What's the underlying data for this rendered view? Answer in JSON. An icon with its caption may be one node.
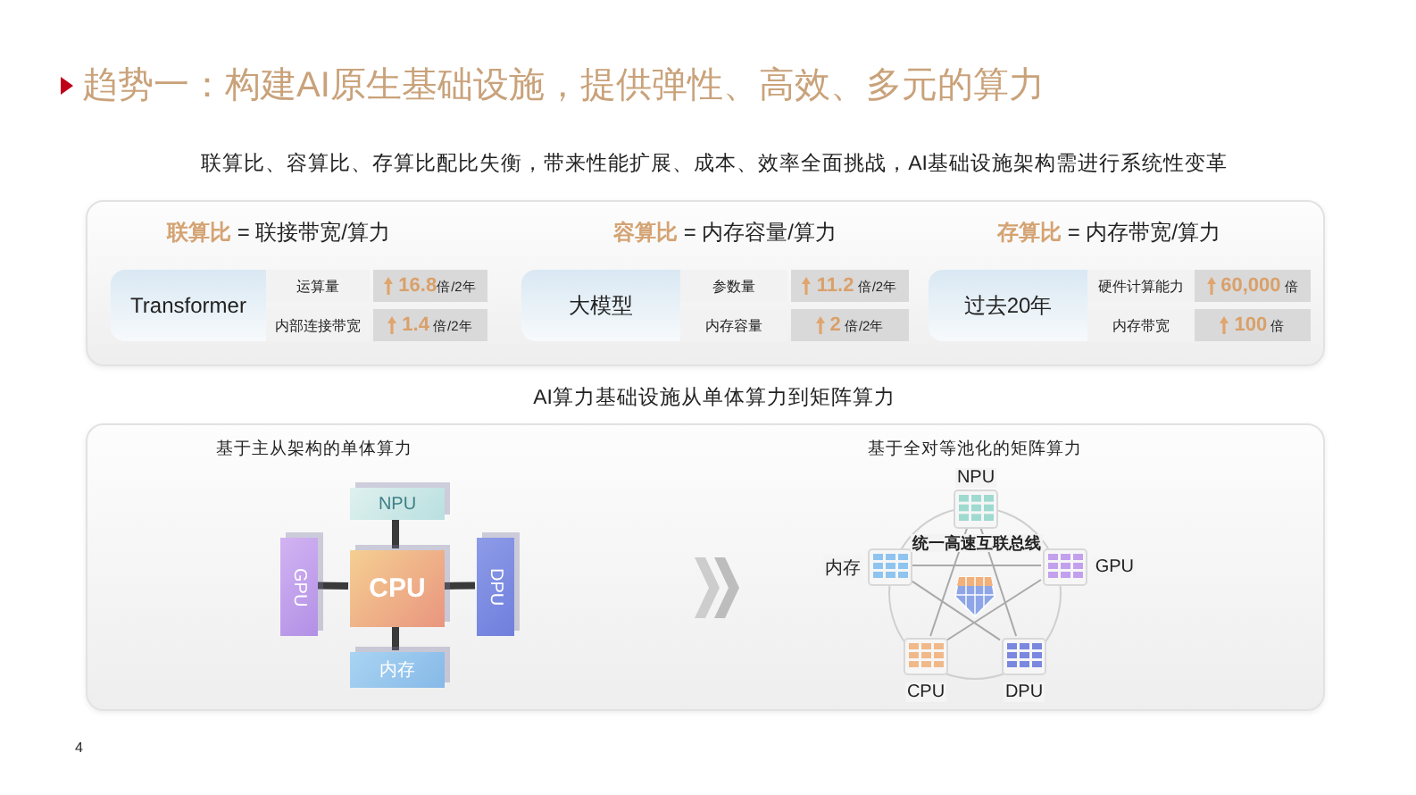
{
  "diagram": {
    "title": "趋势一：构建AI原生基础设施，提供弹性、高效、多元的算力",
    "nodes": [
      {
        "text": [],
        "shape": "box"
      },
      {
        "text": [
          "Transformer"
        ],
        "in": 0
      },
      {
        "text": [
          "大模型"
        ],
        "in": 0
      },
      {
        "text": [
          "过去20年"
        ],
        "in": 0
      },
      {
        "text": [],
        "shape": "box"
      },
      {
        "text": [
          "NPU"
        ],
        "in": 4
      },
      {
        "text": [
          "GPU"
        ],
        "in": 4
      },
      {
        "text": [
          "CPU"
        ],
        "in": 4
      },
      {
        "text": [
          "DPU"
        ],
        "in": 4
      },
      {
        "text": [
          "内存"
        ],
        "in": 4
      },
      {
        "text": [
          "NPU"
        ],
        "in": 4
      },
      {
        "text": [
          "内存"
        ],
        "in": 4
      },
      {
        "text": [
          "GPU"
        ],
        "in": 4
      },
      {
        "text": [
          "CPU"
        ],
        "in": 4
      },
      {
        "text": [
          "DPU"
        ],
        "in": 4
      }
    ],
    "edges": [
      {
        "from": 7,
        "to": 5,
        "arrow": "none",
        "style": "thick",
        "color": "#3a3a3a"
      },
      {
        "from": 7,
        "to": 6,
        "arrow": "none",
        "style": "thick",
        "color": "#3a3a3a"
      },
      {
        "from": 7,
        "to": 8,
        "arrow": "none",
        "style": "thick",
        "color": "#3a3a3a"
      },
      {
        "from": 7,
        "to": 9,
        "arrow": "none",
        "style": "thick",
        "color": "#3a3a3a"
      },
      {
        "from": 10,
        "to": 13,
        "arrow": "none"
      },
      {
        "from": 10,
        "to": 14,
        "arrow": "none"
      },
      {
        "from": 11,
        "to": 12,
        "arrow": "none"
      },
      {
        "from": 11,
        "to": 14,
        "arrow": "none"
      },
      {
        "from": 12,
        "to": 13,
        "arrow": "none"
      }
    ],
    "labels": [
      "联算比、容算比、存算比配比失衡，带来性能扩展、成本、效率全面挑战，AI基础设施架构需进行系统性变革",
      "**联算比** = 联接带宽/算力",
      "**容算比** = 内存容量/算力",
      "**存算比** = 内存带宽/算力",
      "运算量",
      "**16.8**倍/2年",
      "内部连接带宽",
      "**1.4** 倍/2年",
      "参数量",
      "**11.2** 倍/2年",
      "内存容量",
      "**2** 倍/2年",
      "硬件计算能力",
      "**60,000** 倍",
      "内存带宽",
      "**100** 倍",
      "AI算力基础设施从单体算力到矩阵算力",
      "基于主从架构的单体算力",
      "基于全对等池化的矩阵算力",
      "统一高速互联总线",
      "4"
    ]
  }
}
